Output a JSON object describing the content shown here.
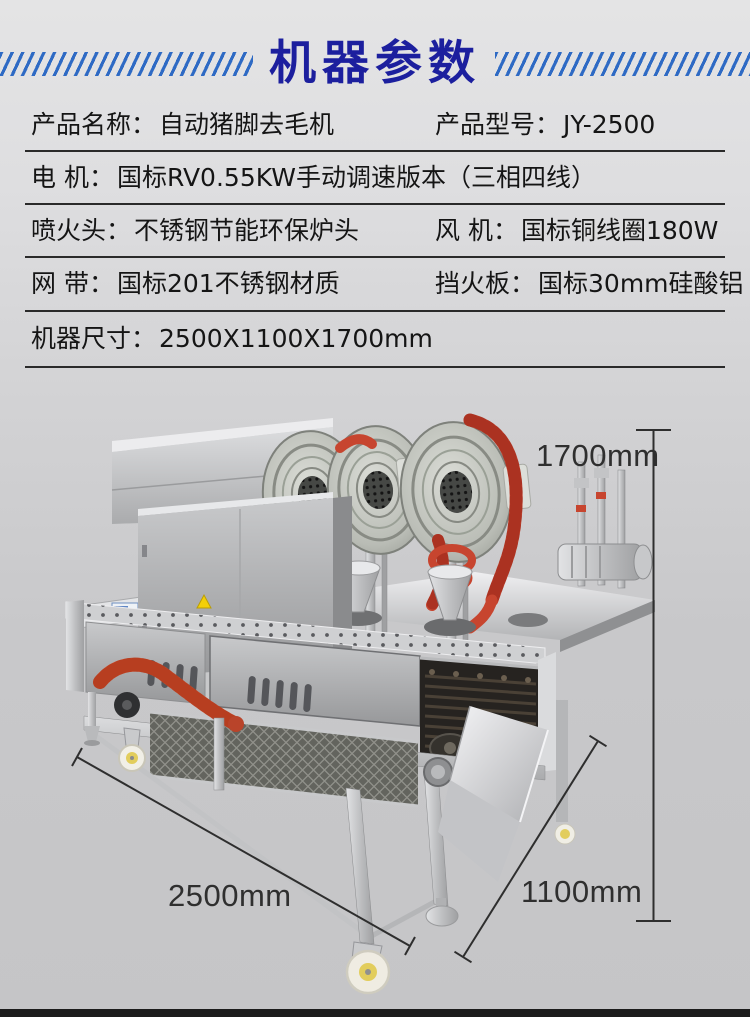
{
  "header": {
    "title": "机器参数"
  },
  "table": {
    "rows": [
      {
        "cells": [
          {
            "label": "产品名称：",
            "value": "自动猪脚去毛机"
          },
          {
            "label": "产品型号：",
            "value": "JY-2500"
          }
        ]
      },
      {
        "cells": [
          {
            "label": "电 机：",
            "value": "国标RV0.55KW手动调速版本（三相四线）"
          }
        ]
      },
      {
        "cells": [
          {
            "label": "喷火头：",
            "value": "不锈钢节能环保炉头"
          },
          {
            "label": "风 机：",
            "value": "国标铜线圈180W"
          }
        ]
      },
      {
        "cells": [
          {
            "label": "网 带：",
            "value": "国标201不锈钢材质"
          },
          {
            "label": "挡火板：",
            "value": "国标30mm硅酸铝"
          }
        ]
      },
      {
        "cells": [
          {
            "label": "机器尺寸：",
            "value": "2500X1100X1700mm"
          }
        ]
      }
    ]
  },
  "figure": {
    "dimensions": {
      "height": "1700mm",
      "length": "2500mm",
      "depth": "1100mm"
    }
  },
  "colors": {
    "title-blue": "#1c1f9e",
    "stripe-blue": "#2e6ac4",
    "hose-red": "#c7452f",
    "hose-rib": "#8f2014",
    "caster-yellow": "#e2cd5c",
    "warning-yellow": "#f3cf07",
    "dim-line": "#2e2e2e"
  }
}
